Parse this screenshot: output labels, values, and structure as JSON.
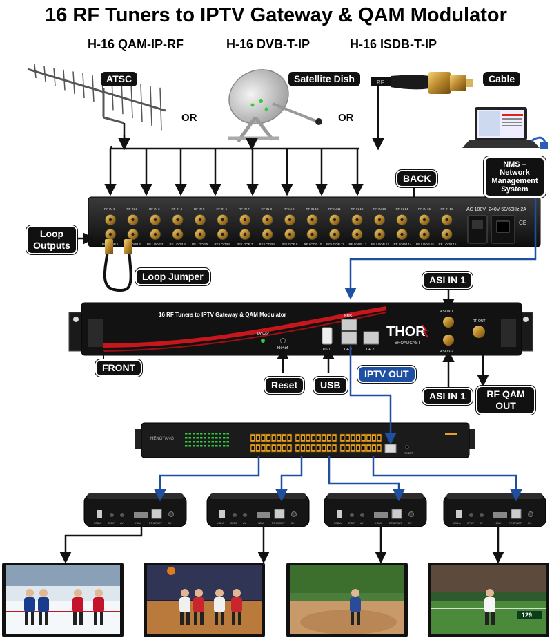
{
  "title": "16 RF Tuners to IPTV Gateway & QAM Modulator",
  "models": [
    "H-16 QAM-IP-RF",
    "H-16 DVB-T-IP",
    "H-16 ISDB-T-IP"
  ],
  "sources": {
    "atsc": "ATSC",
    "satellite": "Satellite Dish",
    "cable": "Cable",
    "or": "OR",
    "rf_connector": "RF"
  },
  "labels": {
    "back": "BACK",
    "front": "FRONT",
    "loop_outputs": "Loop Outputs",
    "loop_jumper": "Loop Jumper",
    "nms": "NMS – Network Management System",
    "asi_in_top": "ASI IN 1",
    "asi_in_bottom": "ASI IN 1",
    "reset": "Reset",
    "usb": "USB",
    "iptv_out": "IPTV OUT",
    "rf_qam_out": "RF QAM OUT"
  },
  "back_panel": {
    "rf_in_prefix": "RF IN",
    "rf_loop_prefix": "RF LOOP",
    "ports": 16,
    "power_label": "AC 100V~240V 50/60Hz 2A"
  },
  "front_panel": {
    "device_title": "16 RF Tuners to IPTV Gateway & QAM Modulator",
    "brand": "THOR",
    "brand_sub": "BROADCAST",
    "power": "Power",
    "reset": "Reset",
    "usb": "USB",
    "nms": "NMS",
    "ge1": "GE 1",
    "ge2": "GE 2",
    "asi1": "ASI IN 1",
    "asi2": "ASI IN 2",
    "rf_out": "RF OUT"
  },
  "switch": {
    "brand": "HENGYANG",
    "reset": "RESET"
  },
  "set_top_box": {
    "usb": "USB-A",
    "spdif": "SPDIF",
    "av": "AV",
    "hdmi": "HDMI",
    "ethernet": "ETHERNET",
    "dc": "5V"
  },
  "tv_scenes": [
    "hockey-game-icon",
    "basketball-game-icon",
    "baseball-game-icon",
    "tennis-match-icon"
  ],
  "tennis_score": "129",
  "colors": {
    "blue_line": "#1f4fa0",
    "black_line": "#111111",
    "rack_red": "#c8161d",
    "port_orange": "#e8a020",
    "led_green": "#2ecc40",
    "tag_black": "#111111"
  }
}
